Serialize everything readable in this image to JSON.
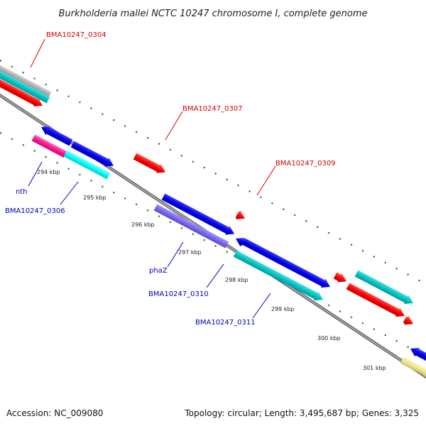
{
  "title": "Burkholderia mallei NCTC 10247 chromosome I, complete genome",
  "accession": "Accession: NC_009080",
  "summary": "Topology: circular; Length: 3,495,687 bp; Genes: 3,325",
  "ticks": [
    "294 kbp",
    "295 kbp",
    "296 kbp",
    "297 kbp",
    "298 kbp",
    "299 kbp",
    "300 kbp",
    "301 kbp"
  ],
  "labels": {
    "BMA10247_0304": "BMA10247_0304",
    "BMA10247_0307": "BMA10247_0307",
    "BMA10247_0309": "BMA10247_0309",
    "nth": "nth",
    "BMA10247_0306": "BMA10247_0306",
    "phaZ": "phaZ",
    "BMA10247_0310": "BMA10247_0310",
    "BMA10247_0311": "BMA10247_0311"
  },
  "colors": {
    "backbone": "#8c8c8c",
    "red": "#ff0000",
    "blue": "#0000ee",
    "cyan": "#00ffff",
    "teal": "#00c4c4",
    "magenta": "#ff1493",
    "slate": "#7b68ee",
    "gray": "#a9a9a9",
    "khaki": "#f0e68c",
    "dots": "#008000",
    "red_label": "#d40000",
    "blue_label": "#0000b4"
  }
}
